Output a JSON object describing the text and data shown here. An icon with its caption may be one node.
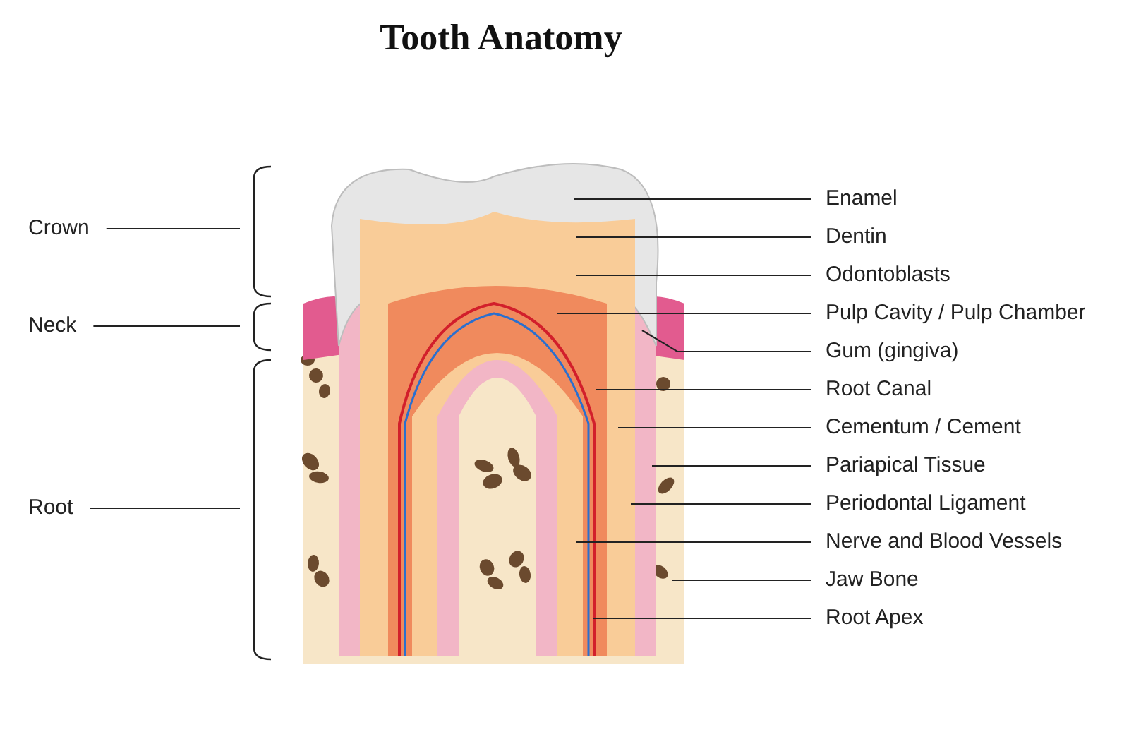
{
  "diagram": {
    "title": "Tooth Anatomy",
    "nodes": [
      {
        "text": [
          "Crown"
        ]
      },
      {
        "text": [
          "Neck"
        ]
      },
      {
        "text": [
          "Root"
        ]
      },
      {
        "text": [
          "Enamel"
        ]
      },
      {
        "text": [
          "Dentin"
        ]
      },
      {
        "text": [
          "Odontoblasts"
        ]
      },
      {
        "text": [
          "Pulp Cavity / Pulp Chamber"
        ]
      },
      {
        "text": [
          "Gum (gingiva)"
        ]
      },
      {
        "text": [
          "Root Canal"
        ]
      },
      {
        "text": [
          "Cementum / Cement"
        ]
      },
      {
        "text": [
          "Pariapical Tissue"
        ]
      },
      {
        "text": [
          "Periodontal Ligament"
        ]
      },
      {
        "text": [
          "Nerve and Blood Vessels"
        ]
      },
      {
        "text": [
          "Jaw Bone"
        ]
      },
      {
        "text": [
          "Root Apex"
        ]
      }
    ],
    "edges": [
      {
        "from": 0,
        "to": null,
        "arrow": "none"
      },
      {
        "from": 1,
        "to": null,
        "arrow": "none"
      },
      {
        "from": 2,
        "to": null,
        "arrow": "none"
      },
      {
        "from": 3,
        "to": null,
        "arrow": "none"
      },
      {
        "from": 4,
        "to": null,
        "arrow": "none"
      },
      {
        "from": 5,
        "to": null,
        "arrow": "none"
      },
      {
        "from": 6,
        "to": null,
        "arrow": "none"
      },
      {
        "from": 7,
        "to": null,
        "arrow": "none"
      },
      {
        "from": 8,
        "to": null,
        "arrow": "none"
      },
      {
        "from": 9,
        "to": null,
        "arrow": "none"
      },
      {
        "from": 10,
        "to": null,
        "arrow": "none"
      },
      {
        "from": 11,
        "to": null,
        "arrow": "none"
      },
      {
        "from": 12,
        "to": null,
        "arrow": "none"
      },
      {
        "from": 13,
        "to": null,
        "arrow": "none"
      },
      {
        "from": 14,
        "to": null,
        "arrow": "none"
      }
    ]
  }
}
